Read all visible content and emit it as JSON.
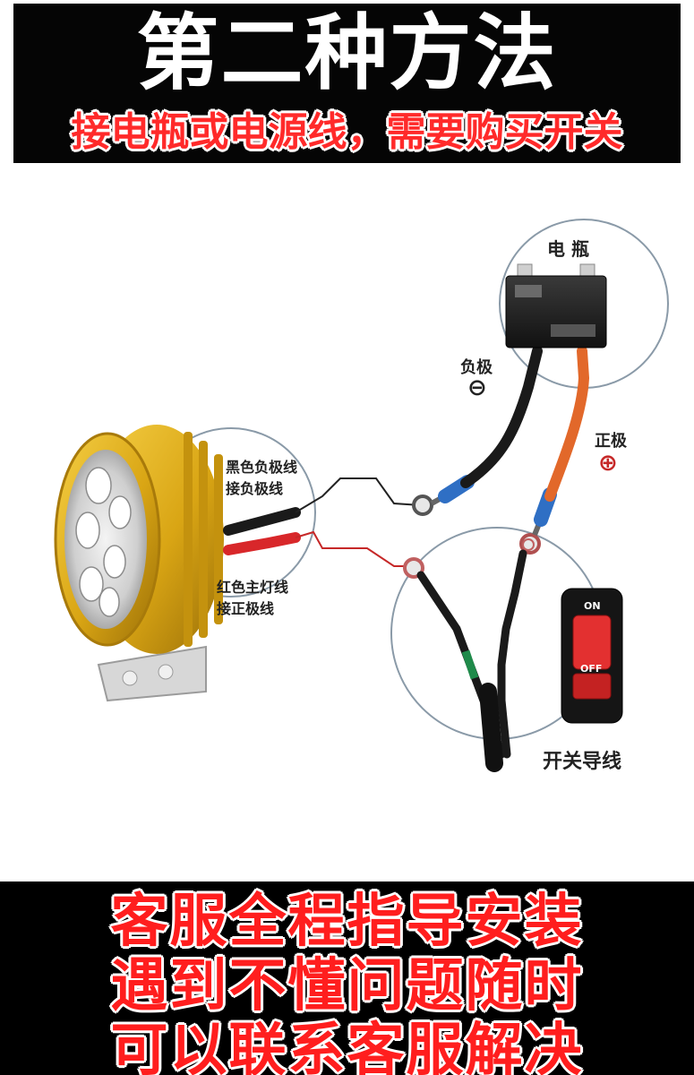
{
  "header": {
    "title": "第二种方法",
    "subtitle": "接电瓶或电源线，需要购买开关"
  },
  "diagram": {
    "battery_label": "电 瓶",
    "negative_label": "负极",
    "negative_symbol": "⊖",
    "positive_label": "正极",
    "positive_symbol": "⊕",
    "black_wire_label_1": "黑色负极线",
    "black_wire_label_2": "接负极线",
    "red_wire_label_1": "红色主灯线",
    "red_wire_label_2": "接正极线",
    "switch_on": "ON",
    "switch_off": "OFF",
    "switch_wire_label": "开关导线",
    "colors": {
      "gold": "#d9a514",
      "red_wire": "#d8272a",
      "black_wire": "#1a1a1a",
      "orange_wire": "#e2682a",
      "terminal_blue": "#2f6fc4"
    }
  },
  "footer": {
    "line_1": "客服全程指导安装",
    "line_2": "遇到不懂问题随时",
    "line_3": "可以联系客服解决"
  }
}
